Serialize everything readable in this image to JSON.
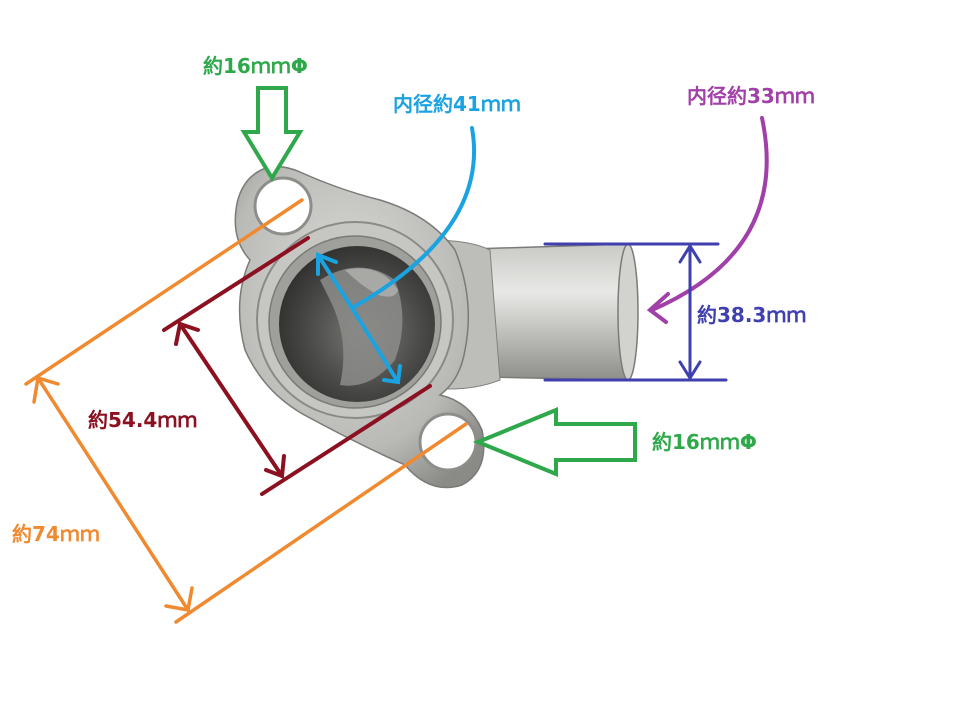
{
  "labels": {
    "bolt_hole_top": "約16ｍｍΦ",
    "bolt_hole_bottom": "約16ｍｍΦ",
    "inner_diameter_main": "内径約41ｍｍ",
    "inner_diameter_pipe": "内径約33ｍｍ",
    "pipe_outer_diameter": "約38.3ｍｍ",
    "hole_spacing": "約54.4ｍｍ",
    "overall_length": "約74ｍｍ"
  },
  "colors": {
    "green": "#2ea84a",
    "blue": "#1aa3e0",
    "purple": "#a040a8",
    "navy": "#3f3fb0",
    "maroon": "#8b1020",
    "orange": "#f08a30",
    "metal_light": "#d8d8d6",
    "metal_mid": "#b3b3b0",
    "metal_dark": "#6f6f6c",
    "bore_dark": "#3a3a38"
  }
}
